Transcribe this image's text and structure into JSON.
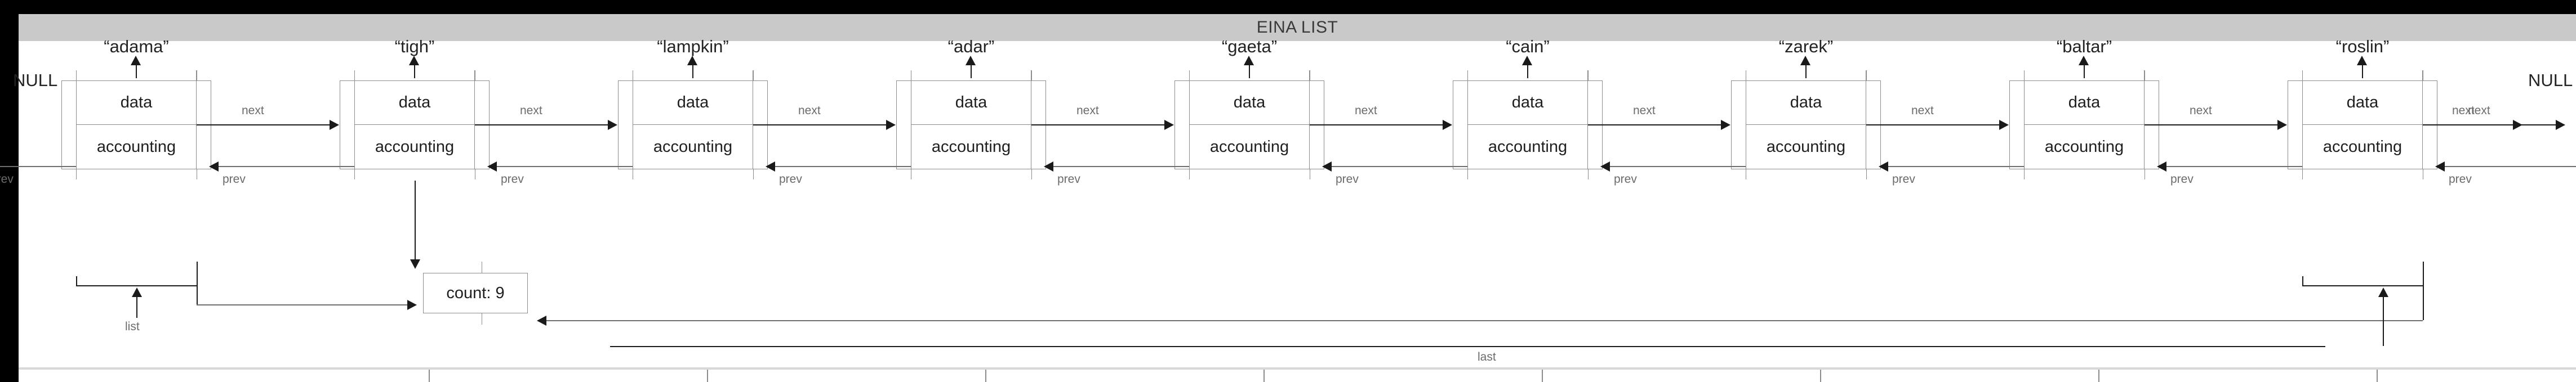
{
  "slide": {
    "title": "EINA LIST"
  },
  "diagram": {
    "type": "doubly-linked-list",
    "cell_labels": {
      "data": "data",
      "accounting": "accounting"
    },
    "null_left": "NULL",
    "null_right": "NULL",
    "edge_labels": {
      "next": "next",
      "prev": "prev",
      "list": "list",
      "last": "last"
    },
    "count_box": {
      "label": "count: 9",
      "count": 9
    },
    "nodes": [
      {
        "name": "“adama”",
        "data": "data",
        "accounting": "accounting"
      },
      {
        "name": "“tigh”",
        "data": "data",
        "accounting": "accounting"
      },
      {
        "name": "“lampkin”",
        "data": "data",
        "accounting": "accounting"
      },
      {
        "name": "“adar”",
        "data": "data",
        "accounting": "accounting"
      },
      {
        "name": "“gaeta”",
        "data": "data",
        "accounting": "accounting"
      },
      {
        "name": "“cain”",
        "data": "data",
        "accounting": "accounting"
      },
      {
        "name": "“zarek”",
        "data": "data",
        "accounting": "accounting"
      },
      {
        "name": "“baltar”",
        "data": "data",
        "accounting": "accounting"
      },
      {
        "name": "“roslin”",
        "data": "data",
        "accounting": "accounting"
      }
    ]
  },
  "colors": {
    "title_bar": "#c9c9c9",
    "page_background": "#000000",
    "sheet": "#ffffff",
    "line": "#6e6e6e",
    "box_border": "#8c8c8c",
    "text": "#1f1f1f",
    "edge_label": "#6b6b6b"
  }
}
